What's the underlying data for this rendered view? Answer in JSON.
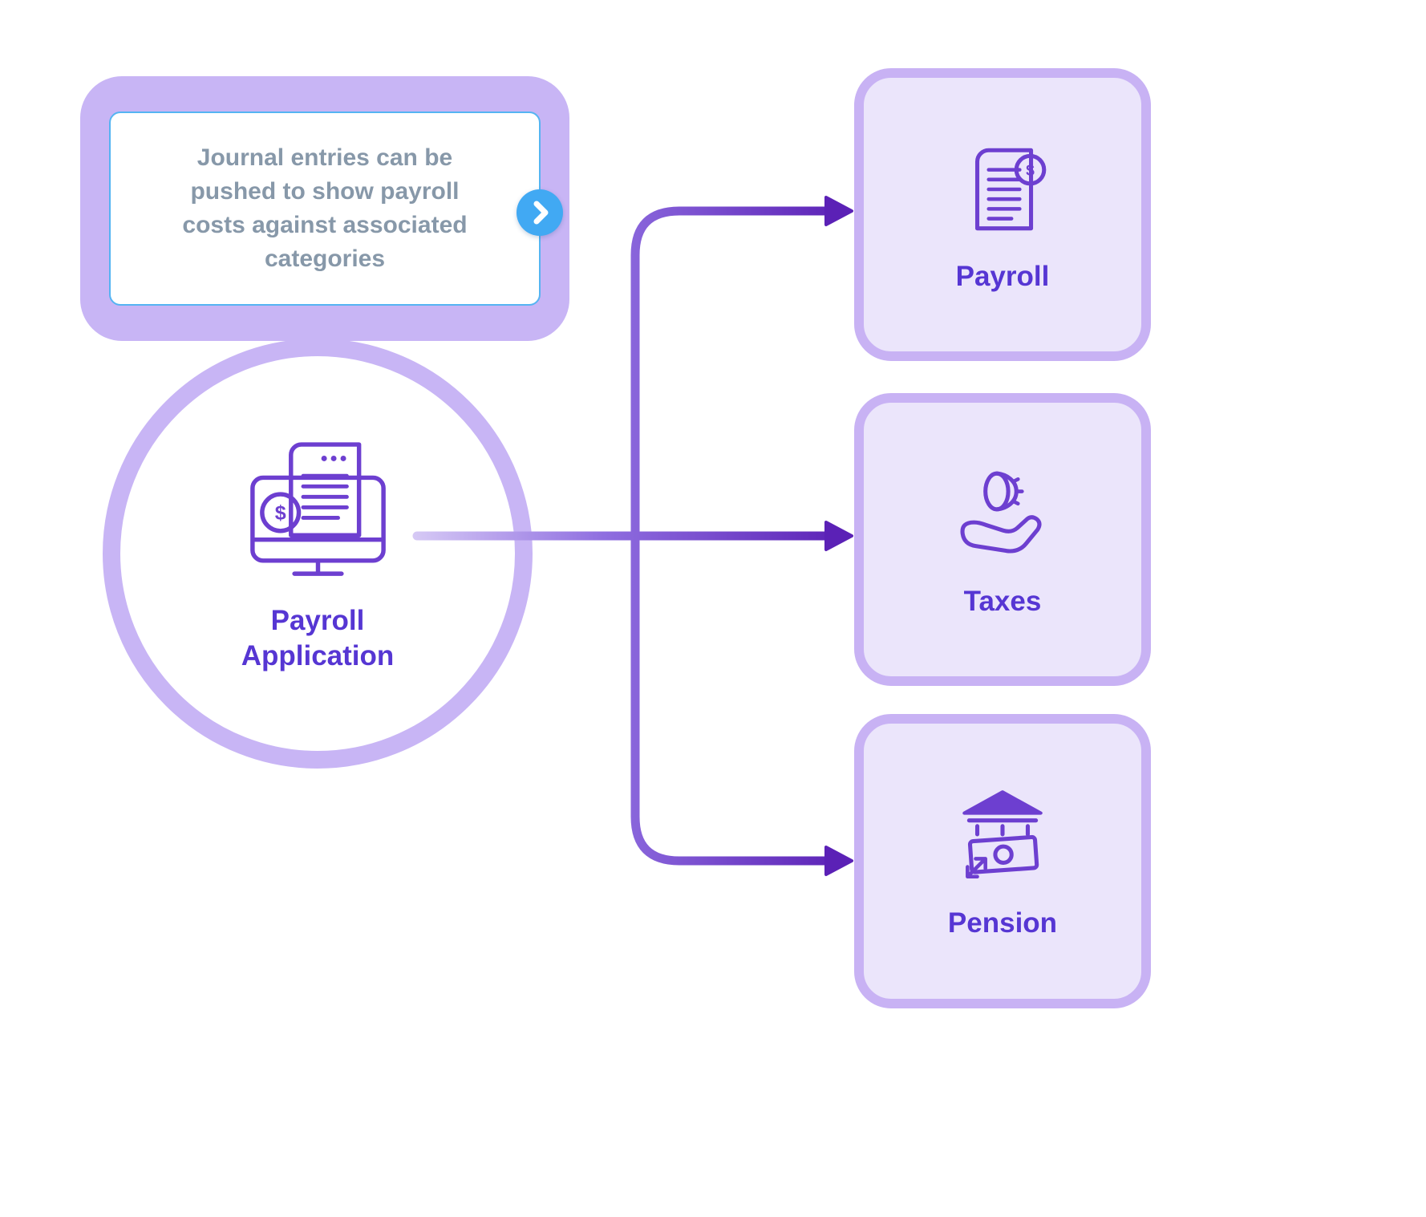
{
  "diagram": {
    "tooltip": {
      "text": "Journal entries can be pushed to show payroll costs against associated categories"
    },
    "source": {
      "label": "Payroll Application",
      "icon": "payroll-application-icon"
    },
    "targets": [
      {
        "label": "Payroll",
        "icon": "payroll-document-icon"
      },
      {
        "label": "Taxes",
        "icon": "taxes-coin-hand-icon"
      },
      {
        "label": "Pension",
        "icon": "pension-bank-icon"
      }
    ],
    "icons": {
      "dollar": "$",
      "next": "chevron-right-icon"
    },
    "colors": {
      "node_border": "#c8b5f5",
      "card_fill": "#ebe5fb",
      "label_text": "#5636d3",
      "tooltip_text": "#8798a9",
      "tooltip_border": "#55b4f2",
      "next_button": "#41a9f3",
      "arrow_start": "#d9cdf6",
      "arrow_end": "#5b21b6",
      "icon_stroke": "#6d3fd0",
      "icon_fill": "#dcd0f8"
    }
  }
}
